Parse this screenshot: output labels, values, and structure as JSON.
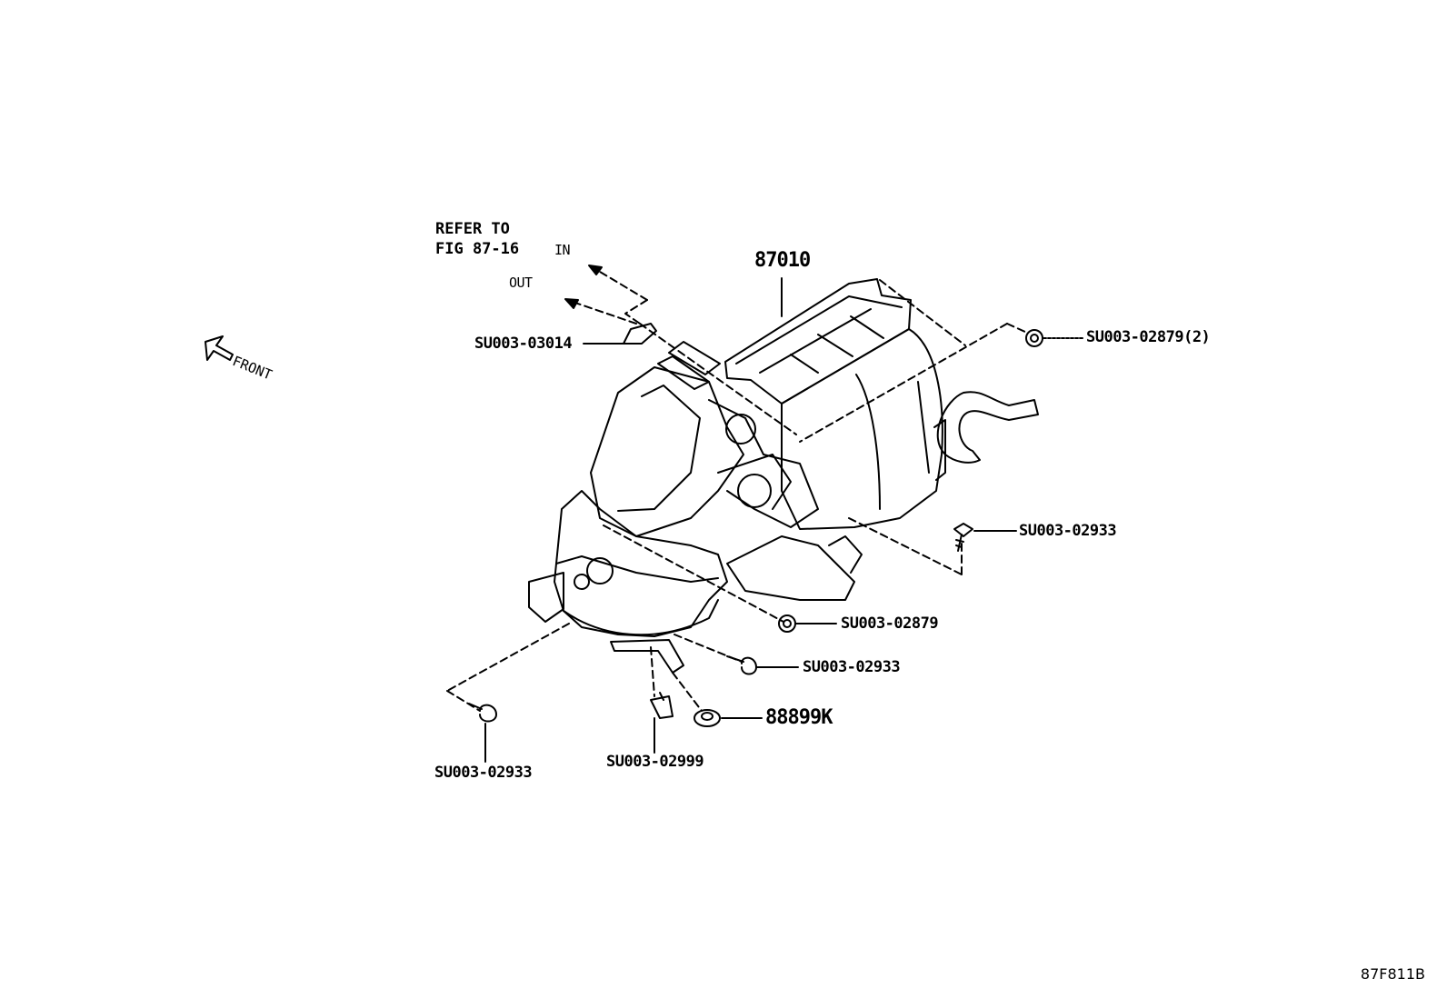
{
  "note": {
    "line1": "REFER TO",
    "line2": "FIG 87-16"
  },
  "flow": {
    "in": "IN",
    "out": "OUT"
  },
  "front_label": "FRONT",
  "parts": {
    "main_assembly": "87010",
    "clip_top": "SU003-03014",
    "nut_right_top": "SU003-02879(2)",
    "bolt_right": "SU003-02933",
    "nut_center": "SU003-02879",
    "bolt_center": "SU003-02933",
    "grommet": "88899K",
    "bolt_left_bottom": "SU003-02933",
    "clamp_bottom": "SU003-02999"
  },
  "figure_id": "87F811B"
}
